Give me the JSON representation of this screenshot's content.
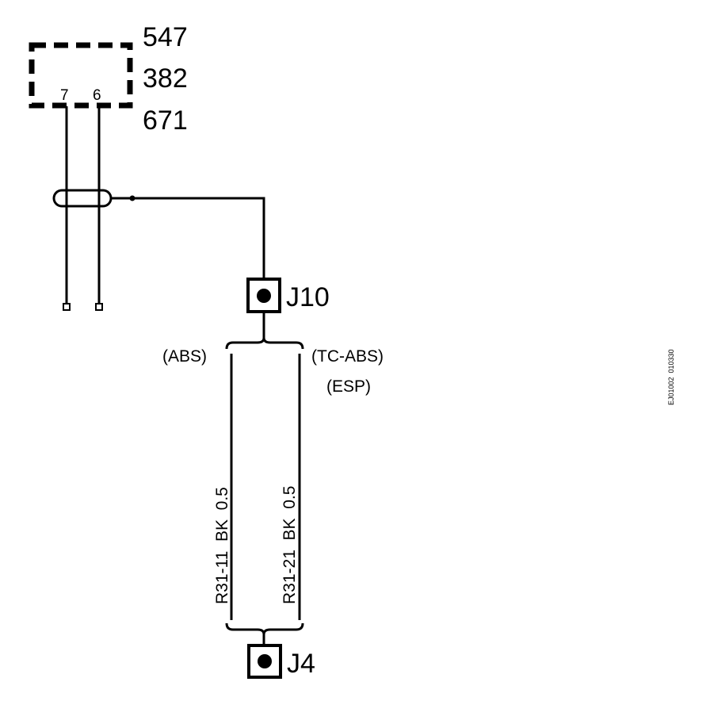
{
  "component": {
    "codes": [
      "547",
      "382",
      "671"
    ],
    "pins": [
      "7",
      "6"
    ]
  },
  "connectors": {
    "top": "J10",
    "bottom": "J4"
  },
  "variants": {
    "left": "(ABS)",
    "right_line1": "(TC-ABS)",
    "right_line2": "(ESP)"
  },
  "wires": [
    {
      "label": "R31-11  BK  0.5"
    },
    {
      "label": "R31-21  BK  0.5"
    }
  ],
  "figure_id": "EJ01002  010330"
}
